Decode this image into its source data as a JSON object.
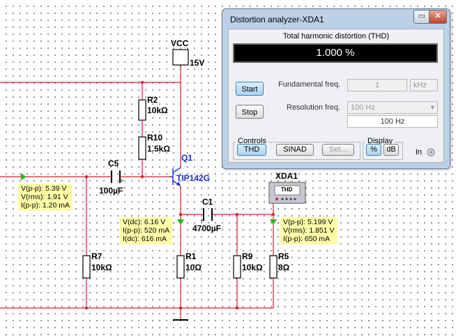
{
  "schematic": {
    "vcc_label": "VCC",
    "vcc_value": "15V",
    "components": {
      "r2_name": "R2",
      "r2_value": "10kΩ",
      "r10_name": "R10",
      "r10_value": "1.5kΩ",
      "c5_name": "C5",
      "c5_value": "100µF",
      "c5_plus": "+",
      "q1_name": "Q1",
      "q1_value": "TIP142G",
      "c1_name": "C1",
      "c1_value": "4700µF",
      "c1_plus": "+",
      "r7_name": "R7",
      "r7_value": "10kΩ",
      "r1_name": "R1",
      "r1_value": "10Ω",
      "r9_name": "R9",
      "r9_value": "10kΩ",
      "r5_name": "R5",
      "r5_value": "8Ω",
      "xda_name": "XDA1",
      "xda_text": "THD"
    },
    "probes": {
      "input": [
        "V(p-p): 5.39 V",
        "V(rms): 1.91 V",
        "I(p-p): 1.20 mA"
      ],
      "emitter": [
        "V(dc): 6.16 V",
        "I(p-p): 520 mA",
        "I(dc): 616 mA"
      ],
      "output": [
        "V(p-p): 5.199 V",
        "V(rms): 1.851 V",
        "I(p-p): 650 mA"
      ]
    },
    "colors": {
      "wire": "#d8202a",
      "probe_bg": "#fffca8",
      "probe_arrow": "#2fb31e",
      "transistor": "#1a2fd0"
    }
  },
  "dialog": {
    "title": "Distortion analyzer-XDA1",
    "minimize_label": "▭",
    "close_label": "✕",
    "thd_caption": "Total harmonic distortion (THD)",
    "thd_value": "1.000 %",
    "start_label": "Start",
    "stop_label": "Stop",
    "fundamental_label": "Fundamental freq.",
    "fundamental_value": "1",
    "fundamental_unit": "kHz",
    "resolution_label": "Resolution freq.",
    "resolution_select": "100 Hz",
    "resolution_readout": "100 Hz",
    "controls_title": "Controls",
    "controls": {
      "thd": "THD",
      "sinad": "SINAD",
      "set": "Set..."
    },
    "display_title": "Display",
    "display": {
      "percent": "%",
      "db": "dB"
    },
    "in_label": "In"
  }
}
